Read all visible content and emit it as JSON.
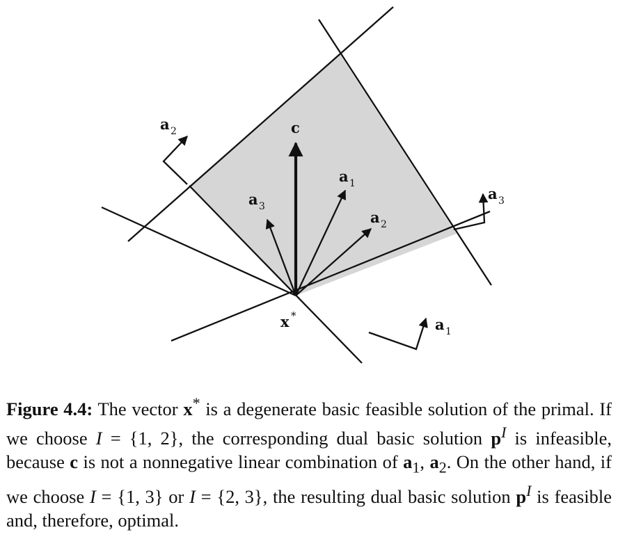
{
  "figure": {
    "labels": {
      "c": "c",
      "a": "a",
      "x": "x",
      "star": "*",
      "one": "1",
      "two": "2",
      "three": "3"
    },
    "colors": {
      "feasible_region": "#d6d6d6",
      "ink": "#111111"
    }
  },
  "caption": {
    "number": "Figure 4.4:",
    "p1": " The vector ",
    "p2": " is a degenerate basic feasible solution of the primal. If we choose ",
    "p3": " = {1, 2}, the corresponding dual basic solution ",
    "p4": " is infeasible, because ",
    "p5": " is not a nonnegative linear combination of ",
    "p6": ". On the other hand, if we choose ",
    "p7": " = {1, 3} or ",
    "p8": " = {2, 3}, the resulting dual basic solution ",
    "p9": " is feasible and, therefore, optimal.",
    "x": "x",
    "star": "*",
    "I": "I",
    "p": "p",
    "c": "c",
    "a": "a",
    "one": "1",
    "two": "2",
    "comma": ", "
  }
}
